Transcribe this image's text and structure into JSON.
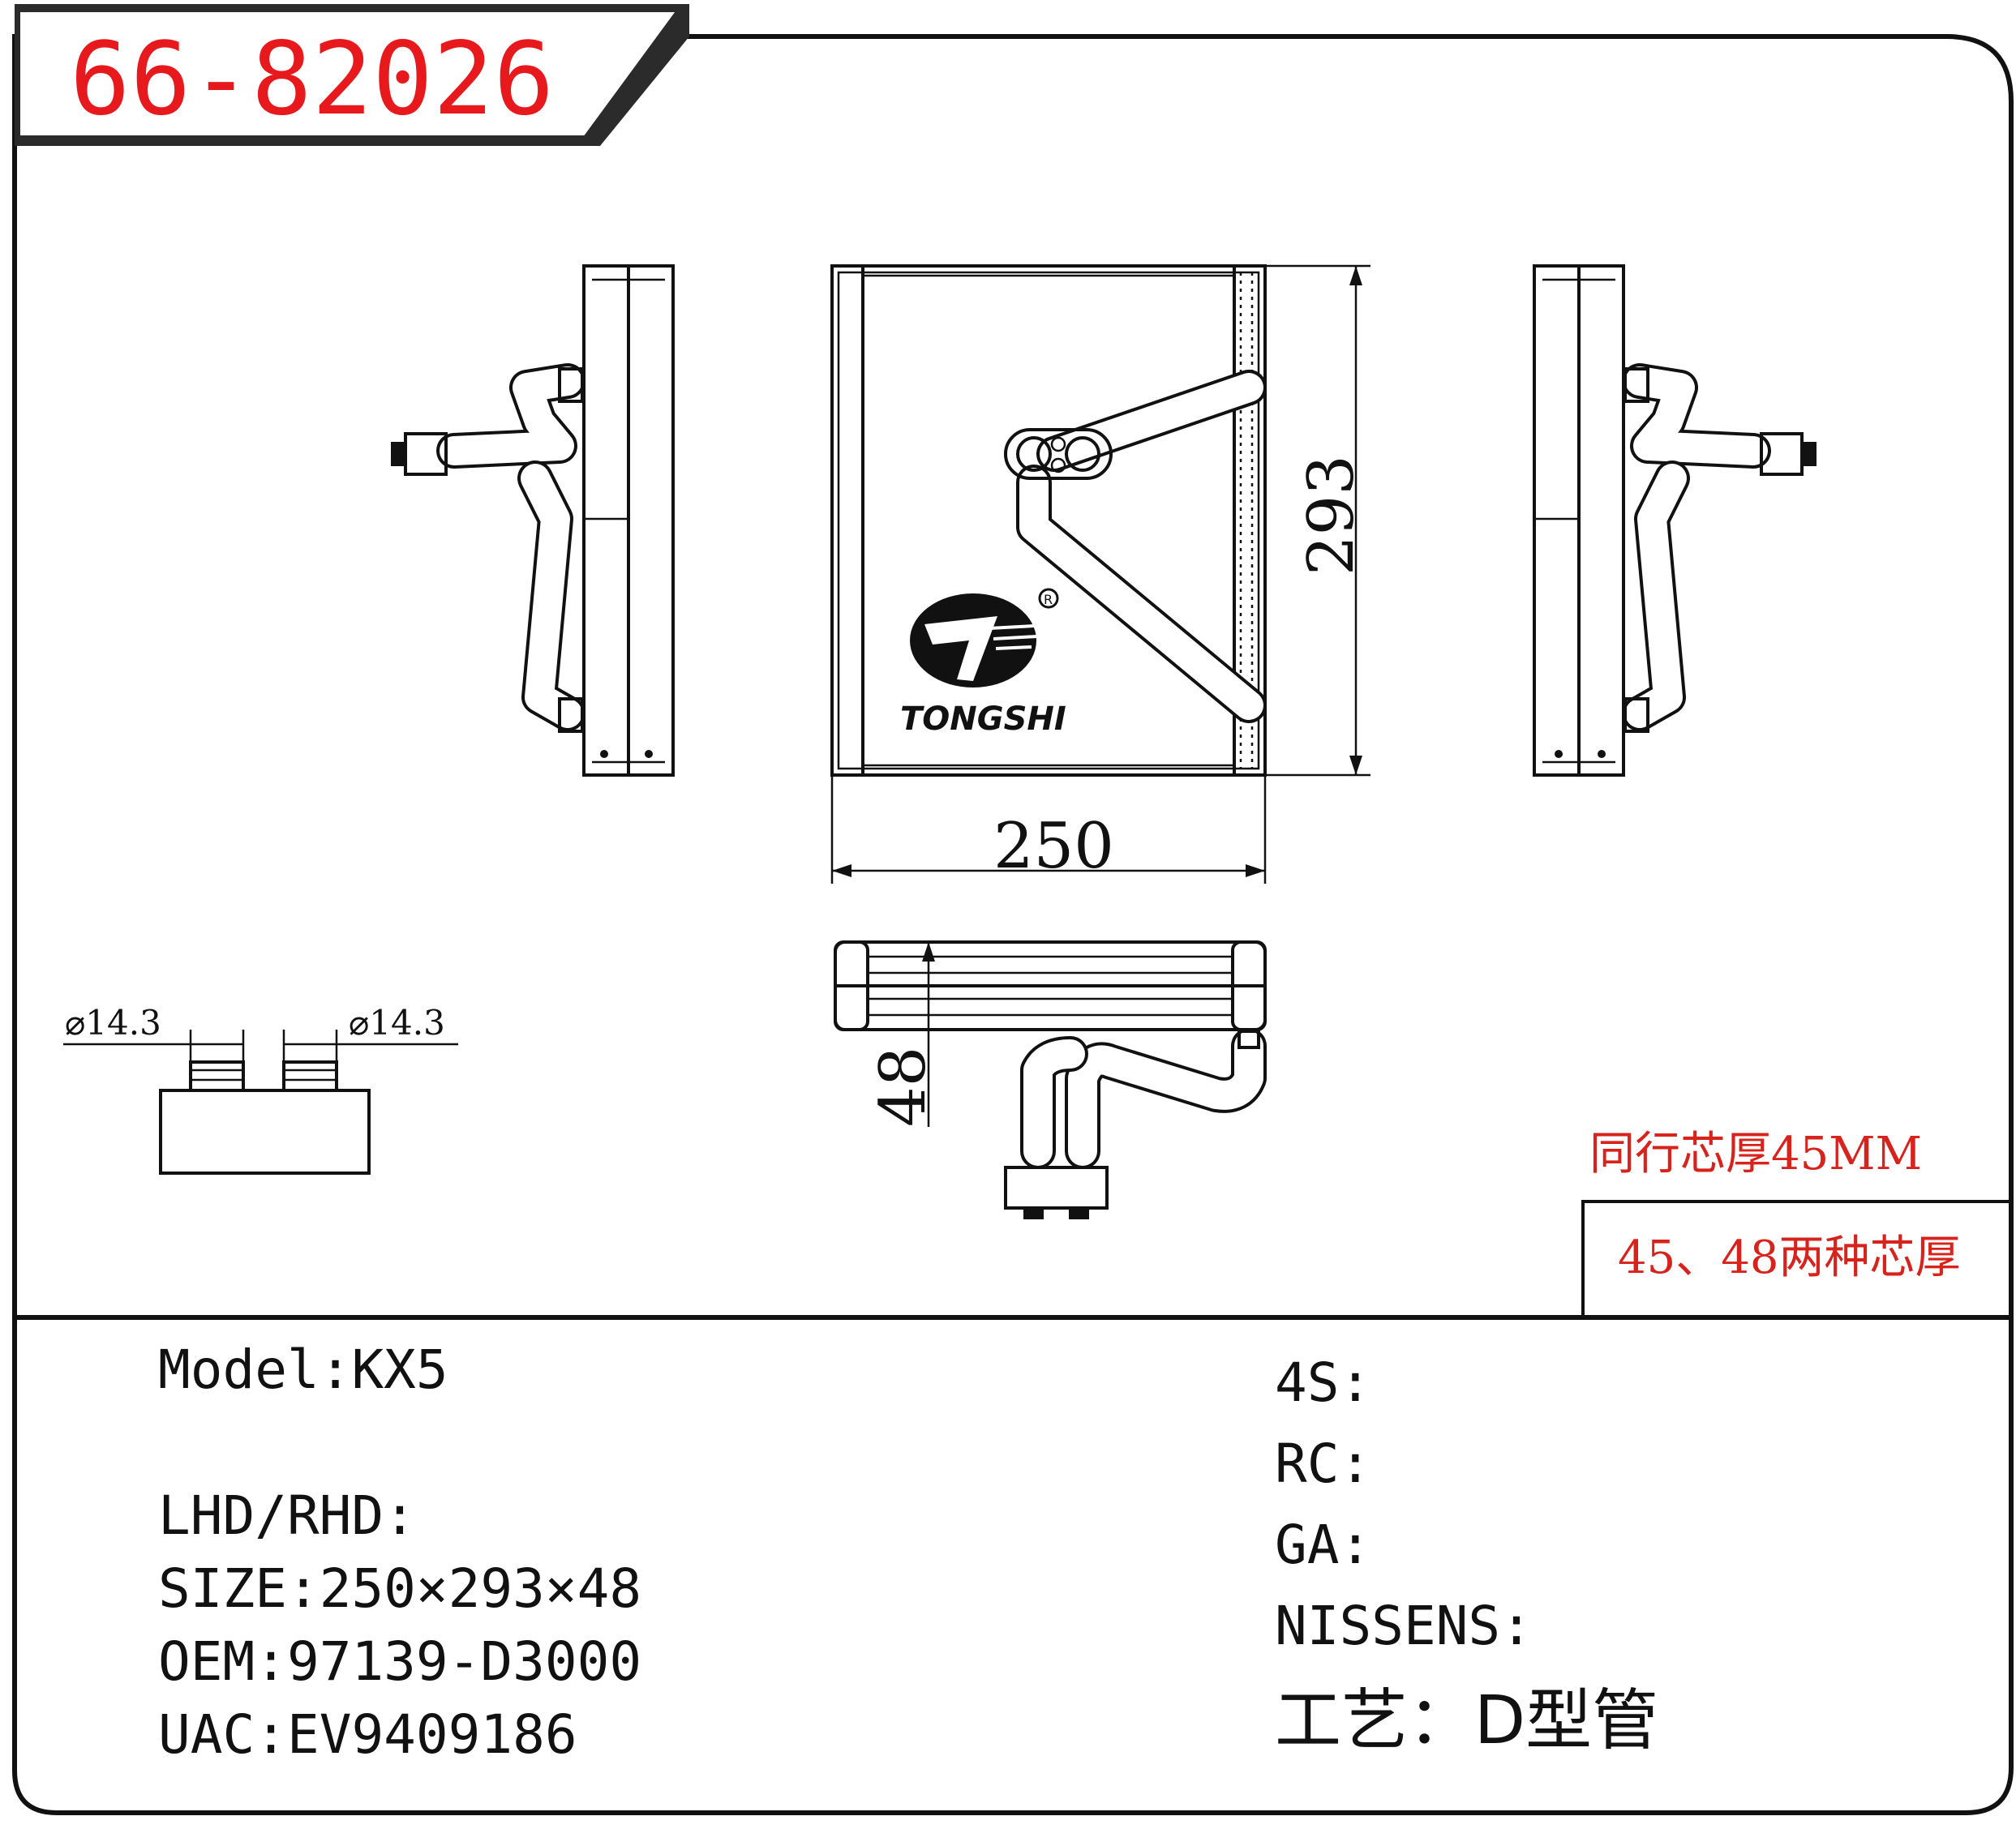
{
  "part_number": "66-82026",
  "dimensions": {
    "width": "250",
    "height": "293",
    "thickness": "48",
    "port_diameter_left": "⌀14.3",
    "port_diameter_right": "⌀14.3"
  },
  "brand": {
    "name": "TONGSHI",
    "registered_mark": "R",
    "logo_icon": "tongshi-logo-icon"
  },
  "notes": {
    "core_thickness_peer": "同行芯厚45MM",
    "core_thickness_options": "45、48两种芯厚"
  },
  "specs_left": [
    {
      "label": "Model",
      "value": "KX5"
    },
    {
      "label": "LHD/RHD",
      "value": ""
    },
    {
      "label": "SIZE",
      "value": "250×293×48"
    },
    {
      "label": "OEM",
      "value": "97139-D3000"
    },
    {
      "label": "UAC",
      "value": "EV9409186"
    }
  ],
  "specs_right": [
    {
      "label": "4S",
      "value": ""
    },
    {
      "label": "RC",
      "value": ""
    },
    {
      "label": "GA",
      "value": ""
    },
    {
      "label": "NISSENS",
      "value": ""
    },
    {
      "label": "工艺",
      "value": "D型管"
    }
  ],
  "colors": {
    "accent_red": "#e8191c",
    "line": "#111111",
    "title_bar": "#2b2b2b"
  }
}
